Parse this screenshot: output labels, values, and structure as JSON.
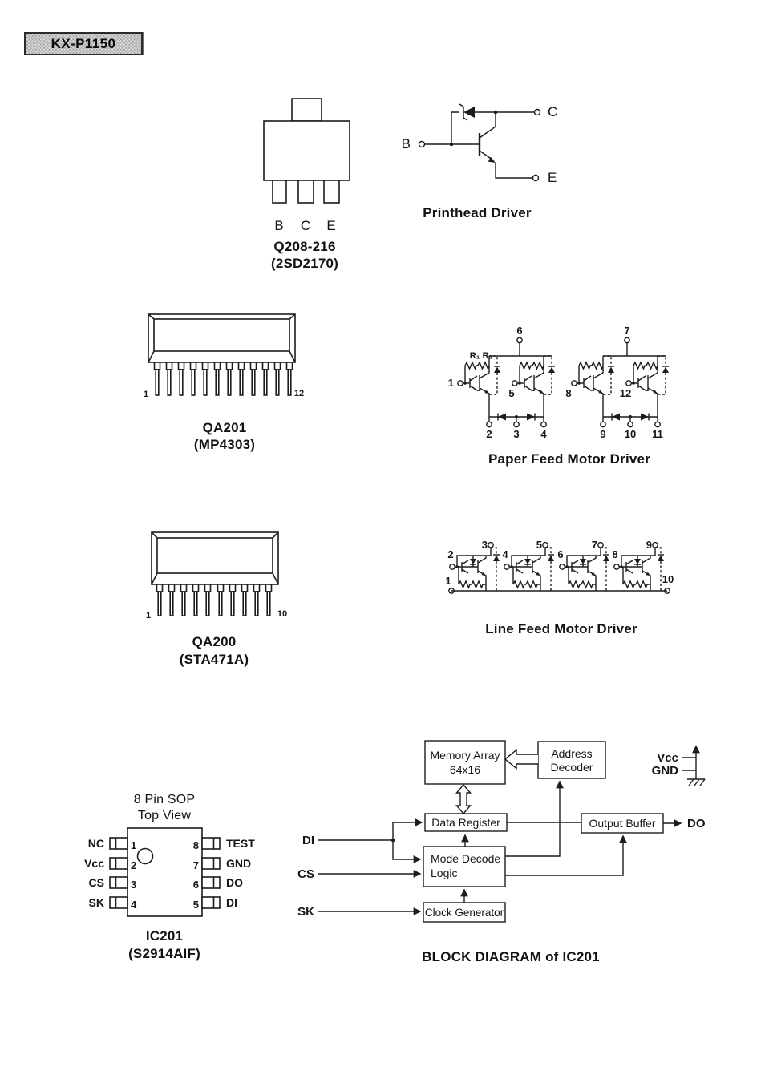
{
  "badge": {
    "model": "KX-P1150"
  },
  "colors": {
    "ink": "#1c1c1c",
    "paper": "#ffffff",
    "badge_fill": "#dcdcdc"
  },
  "q208": {
    "pin_b": "B",
    "pin_c": "C",
    "pin_e": "E",
    "name": "Q208-216",
    "part": "(2SD2170)"
  },
  "printhead": {
    "caption": "Printhead Driver",
    "b": "B",
    "c": "C",
    "e": "E"
  },
  "qa201": {
    "name": "QA201",
    "part": "(MP4303)",
    "pin_first": "1",
    "pin_last": "12"
  },
  "paper_feed": {
    "caption": "Paper Feed Motor Driver",
    "r1": "R₁",
    "r2": "R₂",
    "top_pins": [
      "6",
      "7"
    ],
    "input_pins": [
      "1",
      "5",
      "8",
      "12"
    ],
    "bottom_pins": [
      "2",
      "3",
      "4",
      "9",
      "10",
      "11"
    ]
  },
  "qa200": {
    "name": "QA200",
    "part": "(STA471A)",
    "pin_first": "1",
    "pin_last": "10"
  },
  "line_feed": {
    "caption": "Line Feed Motor Driver",
    "top_pins": [
      "3",
      "5",
      "7",
      "9"
    ],
    "input_pins": [
      "2",
      "4",
      "6",
      "8"
    ],
    "rail_pin_left": "1",
    "rail_pin_right": "10"
  },
  "sop": {
    "title_line1": "8 Pin SOP",
    "title_line2": "Top View",
    "name": "IC201",
    "part": "(S2914AIF)",
    "left_pins": [
      {
        "label": "NC",
        "num": "1"
      },
      {
        "label": "Vcc",
        "num": "2"
      },
      {
        "label": "CS",
        "num": "3"
      },
      {
        "label": "SK",
        "num": "4"
      }
    ],
    "right_pins": [
      {
        "label": "TEST",
        "num": "8"
      },
      {
        "label": "GND",
        "num": "7"
      },
      {
        "label": "DO",
        "num": "6"
      },
      {
        "label": "DI",
        "num": "5"
      }
    ]
  },
  "block": {
    "caption": "BLOCK DIAGRAM of IC201",
    "memory_line1": "Memory Array",
    "memory_line2": "64x16",
    "address_line1": "Address",
    "address_line2": "Decoder",
    "data_register": "Data Register",
    "output_buffer": "Output Buffer",
    "mode_line1": "Mode Decode",
    "mode_line2": "Logic",
    "clock": "Clock Generator",
    "di": "DI",
    "cs": "CS",
    "sk": "SK",
    "do": "DO",
    "vcc": "Vcc",
    "gnd": "GND"
  }
}
